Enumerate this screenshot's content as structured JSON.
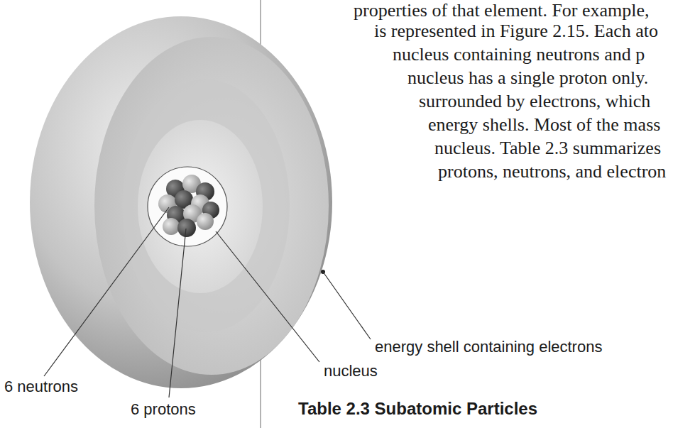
{
  "diagram": {
    "labels": [
      "properties of that element. For example,",
      "is represented in Figure 2.15. Each ato",
      "nucleus containing neutrons and p",
      "nucleus has a single proton only.",
      "surrounded by electrons, which",
      "energy shells. Most of the mass",
      "nucleus. Table 2.3 summarizes",
      "protons, neutrons, and electron",
      "energy shell containing electrons",
      "nucleus",
      "6 neutrons",
      "6 protons",
      "Table 2.3 Subatomic Particles"
    ]
  }
}
